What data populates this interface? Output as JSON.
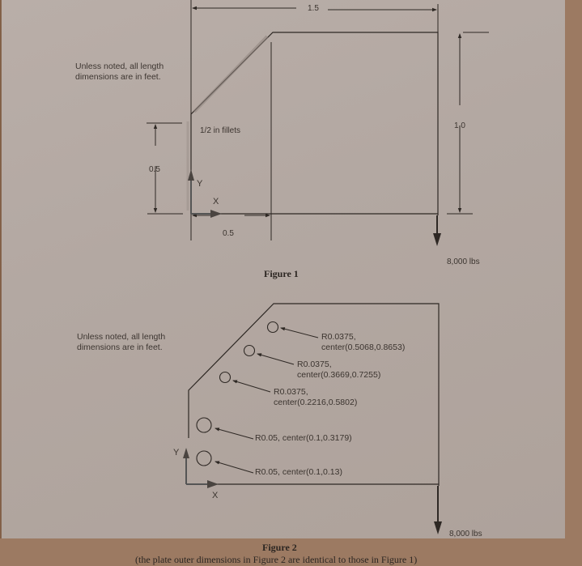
{
  "page": {
    "units_note": "Unless noted, all length dimensions are in feet."
  },
  "figure1": {
    "caption": "Figure 1",
    "units_note_line1": "Unless noted, all length",
    "units_note_line2": "dimensions are in feet.",
    "dim_width_total": "1.5",
    "dim_height_total": "1.0",
    "dim_left_height": "0.5",
    "dim_chamfer_width": "0.5",
    "fillet_note": "1/2 in fillets",
    "axis_x": "X",
    "axis_y": "Y",
    "load_label": "8,000 lbs"
  },
  "figure2": {
    "caption": "Figure 2",
    "subcaption": "(the plate outer dimensions in Figure 2 are identical to those in Figure 1)",
    "units_note_line1": "Unless noted, all length",
    "units_note_line2": "dimensions are in feet.",
    "axis_x": "X",
    "axis_y": "Y",
    "load_label": "8,000 lbs",
    "holes": [
      {
        "radius_label": "R0.0375,",
        "center_label": "center(0.5068,0.8653)"
      },
      {
        "radius_label": "R0.0375,",
        "center_label": "center(0.3669,0.7255)"
      },
      {
        "radius_label": "R0.0375,",
        "center_label": "center(0.2216,0.5802)"
      },
      {
        "label": "R0.05, center(0.1,0.3179)"
      },
      {
        "label": "R0.05, center(0.1,0.13)"
      }
    ]
  },
  "colors": {
    "paper": "#b5aaa4",
    "ink": "#2e2824",
    "background": "#9c7a62"
  }
}
